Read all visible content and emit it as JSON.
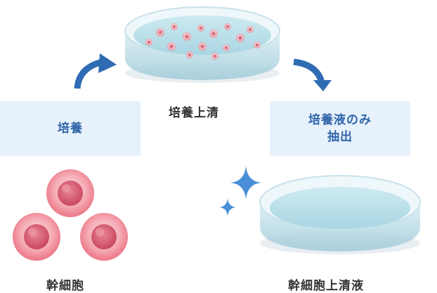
{
  "labels": {
    "culture": "培養",
    "extract_line1": "培養液のみ",
    "extract_line2": "抽出"
  },
  "captions": {
    "supernatant": "培養上清",
    "stem_cell": "幹細胞",
    "final": "幹細胞上清液"
  },
  "colors": {
    "box_bg": "#e6f1fb",
    "box_text": "#2f64a8",
    "arrow": "#2f6cb3",
    "sparkle": "#4a8fd8",
    "cell_outer": "#f08a96",
    "cell_inner": "#d64e67",
    "dish_liquid": "#bfe3ec",
    "caption_text": "#333333"
  }
}
